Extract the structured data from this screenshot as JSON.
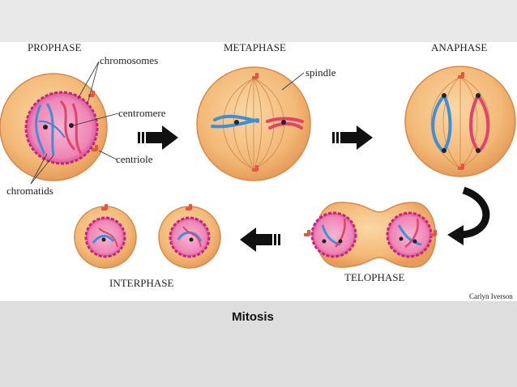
{
  "diagram": {
    "phases": {
      "prophase": "PROPHASE",
      "metaphase": "METAPHASE",
      "anaphase": "ANAPHASE",
      "telophase": "TELOPHASE",
      "interphase": "INTERPHASE"
    },
    "labels": {
      "chromosomes": "chromosomes",
      "centromere": "centromere",
      "centriole": "centriole",
      "chromatids": "chromatids",
      "spindle": "spindle"
    },
    "credit": "Carlyn Iverson"
  },
  "caption": "Mitosis",
  "colors": {
    "cell_fill": "#f3b978",
    "cell_edge": "#d8894a",
    "nucleus_fill": "#ef7fb0",
    "nucleus_edge": "#c4247f",
    "chromosome_blue": "#3f8fd6",
    "chromosome_red": "#e04468",
    "centriole": "#e8553f",
    "arrow": "#111111"
  }
}
